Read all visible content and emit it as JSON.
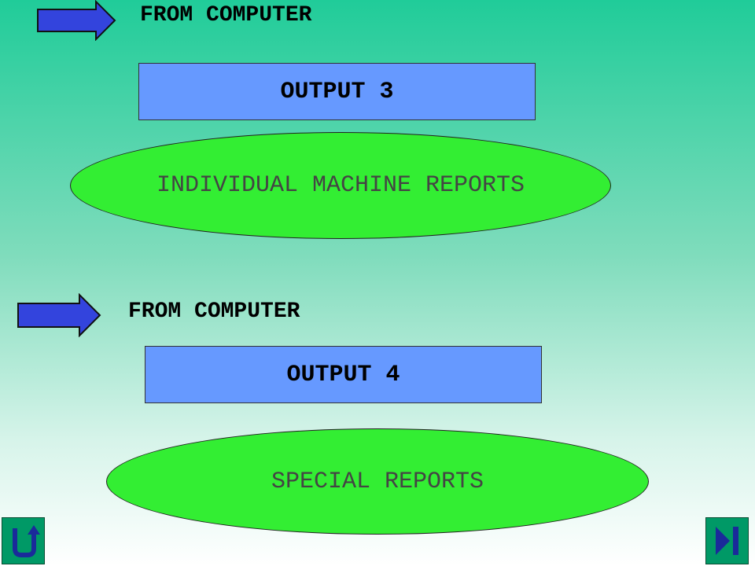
{
  "section1": {
    "from_label": "FROM COMPUTER",
    "output_label": "OUTPUT 3",
    "report_label": "INDIVIDUAL MACHINE REPORTS"
  },
  "section2": {
    "from_label": "FROM COMPUTER",
    "output_label": "OUTPUT 4",
    "report_label": "SPECIAL REPORTS"
  },
  "nav": {
    "left_icon": "u-turn-return-icon",
    "right_icon": "end-slide-icon"
  },
  "colors": {
    "arrow_fill": "#3344dd",
    "output_box": "#6699ff",
    "ellipse": "#33ee33",
    "nav_button": "#009966"
  }
}
